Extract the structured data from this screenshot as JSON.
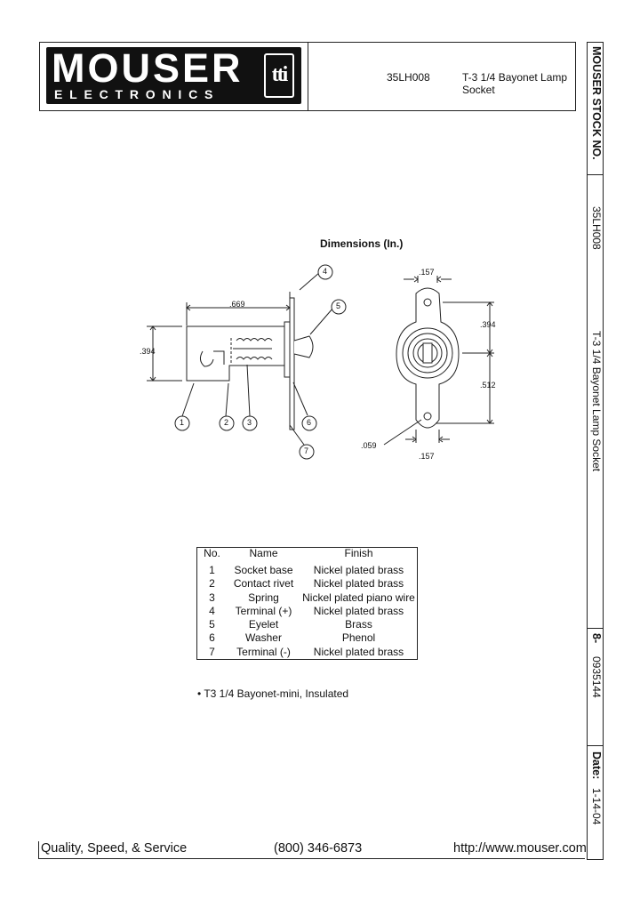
{
  "header": {
    "logo_main": "MOUSER",
    "logo_sub": "ELECTRONICS",
    "logo_badge": "tti",
    "stock_no": "35LH008",
    "product_title": "T-3 1/4 Bayonet Lamp Socket"
  },
  "side": {
    "stock_label": "MOUSER STOCK NO.",
    "stock_value": "35LH008",
    "product_title": "T-3 1/4 Bayonet Lamp Socket",
    "catalog_prefix": "8-",
    "catalog_number": "0935144",
    "date_label": "Date:",
    "date_value": "1-14-04"
  },
  "drawing": {
    "title": "Dimensions (In.)",
    "dims": {
      "length": ".669",
      "height": ".394",
      "top_width": ".157",
      "upper_height": ".394",
      "lower_height": ".512",
      "hole": ".059",
      "bottom_width": ".157"
    },
    "callouts": [
      "1",
      "2",
      "3",
      "4",
      "5",
      "6",
      "7"
    ]
  },
  "parts_table": {
    "headers": [
      "No.",
      "Name",
      "Finish"
    ],
    "rows": [
      {
        "no": "1",
        "name": "Socket base",
        "finish": "Nickel plated brass"
      },
      {
        "no": "2",
        "name": "Contact rivet",
        "finish": "Nickel plated brass"
      },
      {
        "no": "3",
        "name": "Spring",
        "finish": "Nickel plated piano wire"
      },
      {
        "no": "4",
        "name": "Terminal (+)",
        "finish": "Nickel plated brass"
      },
      {
        "no": "5",
        "name": "Eyelet",
        "finish": "Brass"
      },
      {
        "no": "6",
        "name": "Washer",
        "finish": "Phenol"
      },
      {
        "no": "7",
        "name": "Terminal (-)",
        "finish": "Nickel plated brass"
      }
    ]
  },
  "note": "• T3 1/4 Bayonet-mini, Insulated",
  "footer": {
    "tagline": "Quality, Speed, & Service",
    "phone": "(800) 346-6873",
    "url": "http://www.mouser.com"
  }
}
